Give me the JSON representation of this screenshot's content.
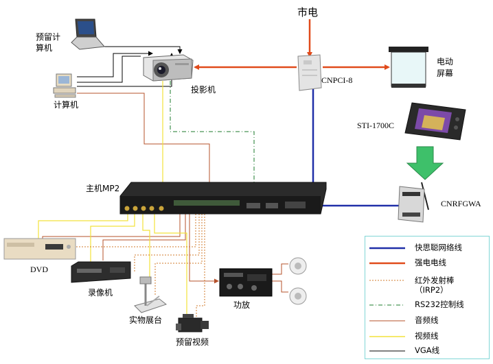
{
  "labels": {
    "mains": "市电",
    "reserved_pc": "预留计\n算机",
    "computer": "计算机",
    "projector": "投影机",
    "cnpci8": "CNPCI-8",
    "screen": "电动\n屏幕",
    "sti": "STI-1700C",
    "host": "主机MP2",
    "cnrfgwa": "CNRFGWA",
    "dvd": "DVD",
    "vcr": "录像机",
    "visualizer": "实物展台",
    "reserved_video": "预留视频",
    "amplifier": "功放"
  },
  "legend": [
    {
      "label": "快思聪网络线",
      "color": "#1f2fa8",
      "style": "solid-thick"
    },
    {
      "label": "强电电线",
      "color": "#e04a1a",
      "style": "solid-thick"
    },
    {
      "label": "红外发射棒\n（IRP2）",
      "color": "#d07a2a",
      "style": "dotted"
    },
    {
      "label": "RS232控制线",
      "color": "#1a7a2a",
      "style": "dashdot"
    },
    {
      "label": "音频线",
      "color": "#b5502a",
      "style": "solid"
    },
    {
      "label": "视频线",
      "color": "#f2e23a",
      "style": "solid"
    },
    {
      "label": "VGA线",
      "color": "#000000",
      "style": "solid"
    }
  ],
  "colors": {
    "network": "#1f2fa8",
    "power": "#e04a1a",
    "ir": "#d07a2a",
    "rs232": "#1a7a2a",
    "audio": "#b5502a",
    "video": "#f2e23a",
    "vga": "#000000",
    "arrow_green": "#3ec06a",
    "legend_border": "#7fd6d6"
  },
  "icons": [
    "laptop-icon",
    "desktop-computer-icon",
    "projector-icon",
    "power-controller-icon",
    "projection-screen-icon",
    "touch-panel-icon",
    "down-arrow-icon",
    "wireless-gateway-icon",
    "control-processor-icon",
    "dvd-player-icon",
    "vcr-icon",
    "document-camera-icon",
    "video-camera-icon",
    "amplifier-icon",
    "speaker-icon"
  ]
}
